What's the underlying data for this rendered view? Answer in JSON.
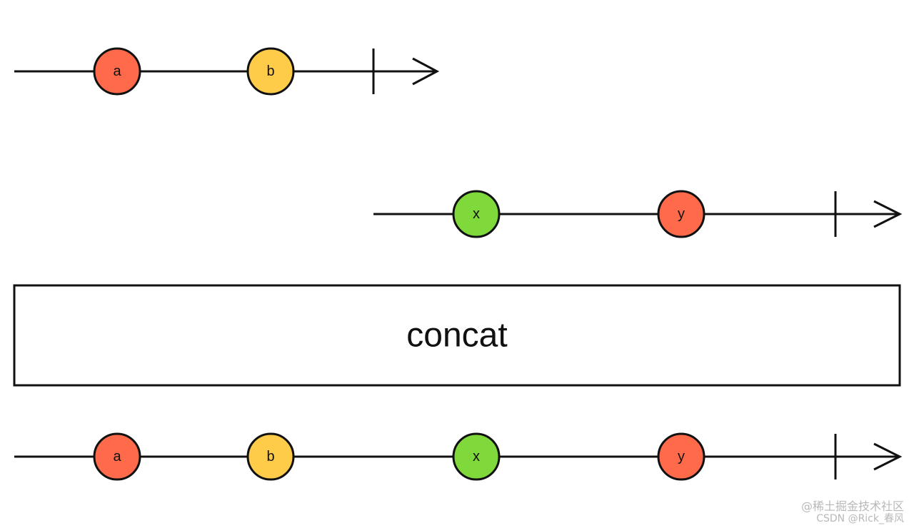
{
  "operator": {
    "label": "concat"
  },
  "streams": [
    {
      "id": "input-1",
      "marbles": [
        {
          "label": "a",
          "color": "#ff6a4a"
        },
        {
          "label": "b",
          "color": "#ffcc4a"
        }
      ]
    },
    {
      "id": "input-2",
      "marbles": [
        {
          "label": "x",
          "color": "#80d93a"
        },
        {
          "label": "y",
          "color": "#ff6a4a"
        }
      ]
    },
    {
      "id": "output",
      "marbles": [
        {
          "label": "a",
          "color": "#ff6a4a"
        },
        {
          "label": "b",
          "color": "#ffcc4a"
        },
        {
          "label": "x",
          "color": "#80d93a"
        },
        {
          "label": "y",
          "color": "#ff6a4a"
        }
      ]
    }
  ],
  "watermark": {
    "line1": "@稀土掘金技术社区",
    "line2": "CSDN @Rick_春风"
  }
}
